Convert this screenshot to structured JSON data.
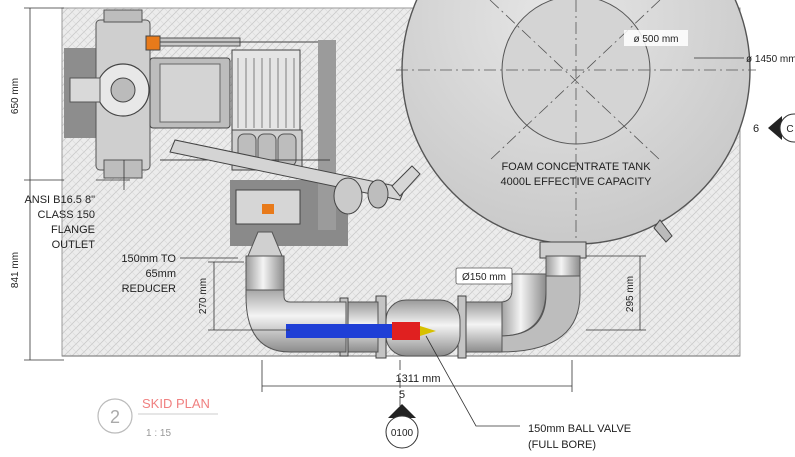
{
  "drawing": {
    "title": "SKID PLAN",
    "scale": "1 : 15",
    "view_number": "2"
  },
  "tank": {
    "label_line1": "FOAM CONCENTRATE TANK",
    "label_line2": "4000L EFFECTIVE CAPACITY",
    "hatch_dimension": "ø 500 mm",
    "diameter_dimension": "ø 1450 mm"
  },
  "dimensions": {
    "skid_upper": "650 mm",
    "skid_lower": "841 mm",
    "reducer_offset": "270 mm",
    "outlet_offset": "295 mm",
    "pipe_diameter": "Ø150 mm",
    "pipe_run": "1311 mm"
  },
  "notes": {
    "flange_outlet": [
      "ANSI B16.5 8\"",
      "CLASS 150",
      "FLANGE",
      "OUTLET"
    ],
    "reducer": [
      "150mm TO",
      "65mm",
      "REDUCER"
    ],
    "ball_valve": [
      "150mm BALL VALVE",
      "(FULL BORE)"
    ]
  },
  "section_markers": {
    "right": {
      "number": "6",
      "sheet": "C"
    },
    "bottom": {
      "number": "5",
      "sheet": "0100"
    }
  },
  "colors": {
    "hatch": "#cfcfcf",
    "steel": "#d9d9d9",
    "pipe_blue": "#1f3fd6",
    "valve_red": "#e02020",
    "accent_orange": "#e87a1a",
    "title_red": "#f08080"
  }
}
